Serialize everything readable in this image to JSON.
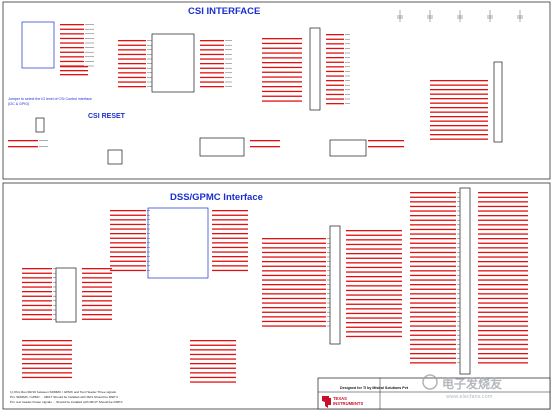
{
  "sections": {
    "top_title": "CSI INTERFACE",
    "csi_reset": "CSI RESET",
    "bottom_title": "DSS/GPMC Interface"
  },
  "notes": {
    "jumper_line1": "Jumper to select the IO level of CSI Control interface",
    "jumper_line2": "(I2C & GPIO)",
    "footnote_line1": "1) Ohm Res 0R/1K between SDMMC / GPMC and Test Header Three signals",
    "footnote_line2": "Pin: SDMMC / GPMC ... 0R/1T Should be installed with 0R/1 Should be DNP'd",
    "footnote_line3": "Pin: test header Power signals ... Should be installed with 0R/1T Should be DNP'd"
  },
  "title_block": {
    "designed_for": "Designed for TI by Mistral Solutions Pvt",
    "company_line1": "TEXAS",
    "company_line2": "INSTRUMENTS",
    "watermark": "电子发烧友",
    "watermark_url": "www.elecfans.com"
  },
  "colors": {
    "net": "#e01010",
    "wire": "#1a1a1a",
    "title": "#1a2fd0",
    "ti_red": "#c8102e"
  }
}
